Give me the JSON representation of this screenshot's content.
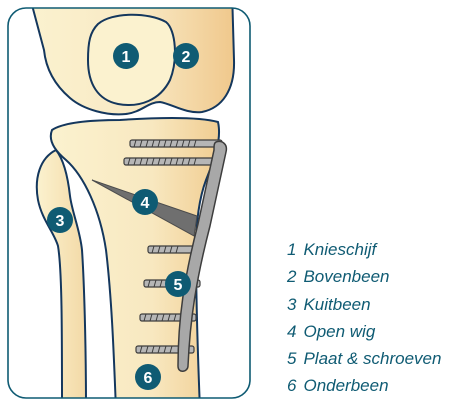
{
  "colors": {
    "frame": "#0f5b73",
    "bone_light": "#fbf2cf",
    "bone_shade": "#f1cd92",
    "outline": "#14375d",
    "marker": "#0f5b73",
    "wedge": "#6f6f6f",
    "plate": "#a8a8a8",
    "screw": "#b6b6b6"
  },
  "markers": [
    {
      "id": "1",
      "label": "Knieschijf"
    },
    {
      "id": "2",
      "label": "Bovenbeen"
    },
    {
      "id": "3",
      "label": "Kuitbeen"
    },
    {
      "id": "4",
      "label": "Open wig"
    },
    {
      "id": "5",
      "label": "Plaat & schroeven"
    },
    {
      "id": "6",
      "label": "Onderbeen"
    }
  ]
}
